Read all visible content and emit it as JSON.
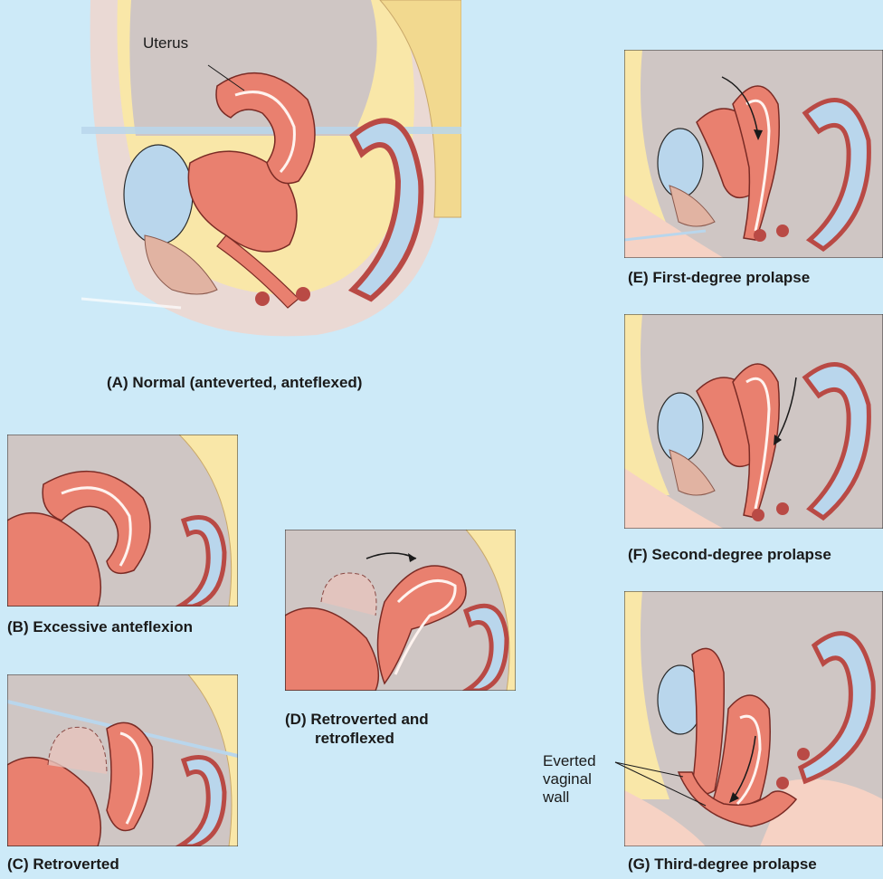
{
  "labels": {
    "uterus": "Uterus",
    "everted_line1": "Everted",
    "everted_line2": "vaginal",
    "everted_line3": "wall"
  },
  "captions": {
    "a": "(A) Normal (anteverted, anteflexed)",
    "b": "(B) Excessive anteflexion",
    "c": "(C) Retroverted",
    "d_line1": "(D) Retroverted and",
    "d_line2": "retroflexed",
    "e": "(E) First-degree prolapse",
    "f": "(F) Second-degree prolapse",
    "g": "(G) Third-degree prolapse"
  },
  "colors": {
    "background": "#cdeaf8",
    "peritoneum": "#cfc6c4",
    "skin": "#f6d2c4",
    "fat": "#f9e7a8",
    "bladder": "#b9d6ec",
    "uterus": "#e9806f",
    "uterus_inner": "#d8574b",
    "bowel": "#b94a45",
    "outline": "#2b2b2b"
  }
}
